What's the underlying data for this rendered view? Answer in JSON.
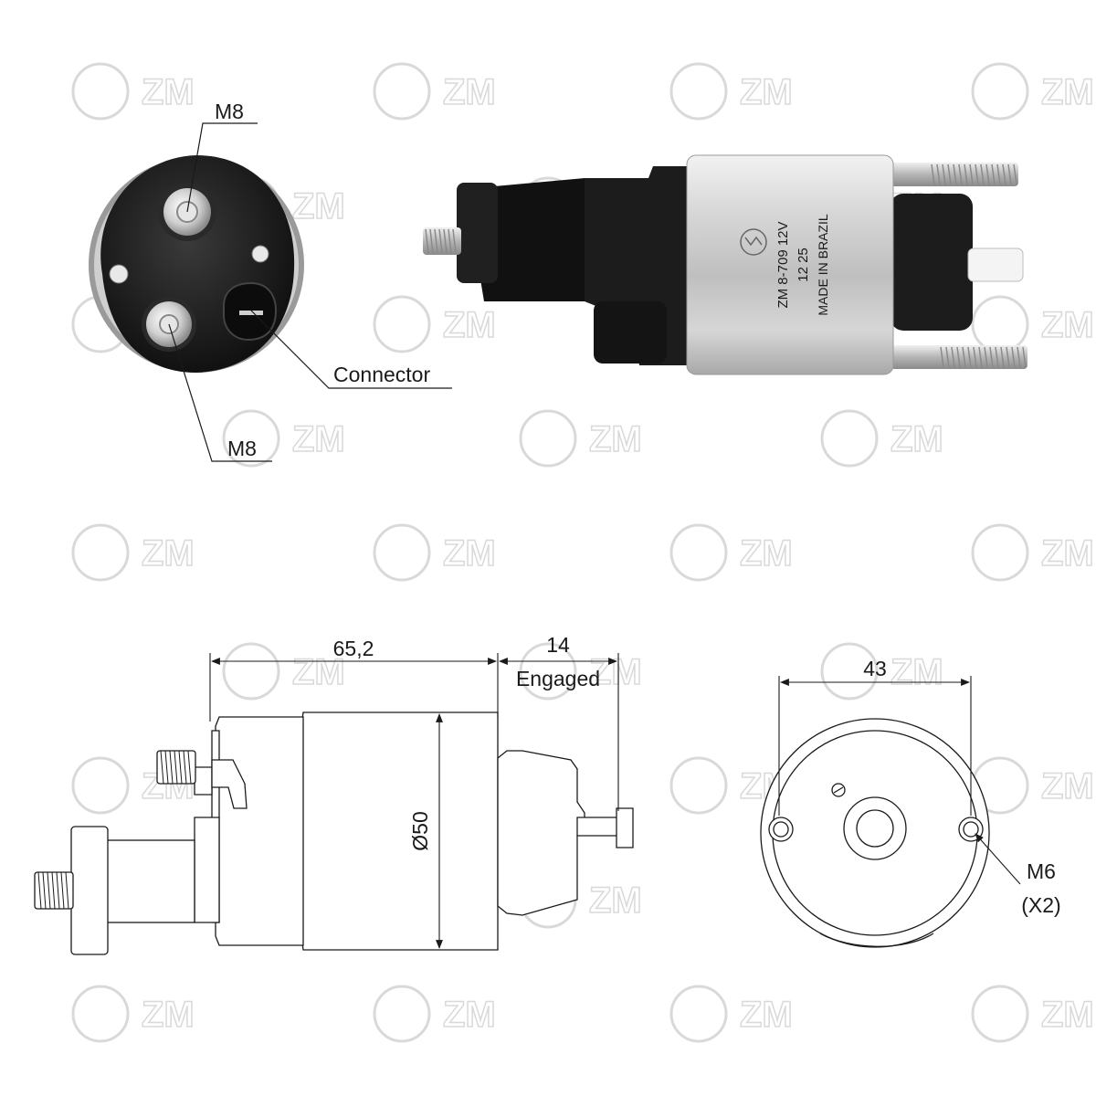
{
  "watermark": {
    "text": "ZM",
    "color": "#d9d9d9"
  },
  "photo": {
    "label_text": "ZM 8-709 12V",
    "date_code": "12 25",
    "origin_text": "MADE IN BRAZIL",
    "brand_text": "ZM"
  },
  "callouts": {
    "top_terminal": "M8",
    "bottom_terminal": "M8",
    "connector": "Connector"
  },
  "side_view": {
    "length": "65,2",
    "stroke": "14",
    "stroke_note": "Engaged",
    "diameter": "Ø50"
  },
  "end_view": {
    "hole_spacing": "43",
    "hole_thread": "M6",
    "hole_qty": "(X2)"
  },
  "colors": {
    "line": "#1a1a1a",
    "housing_silver": "#c8c8c8",
    "plastic_black": "#1c1c1c",
    "watermark": "#d9d9d9"
  }
}
